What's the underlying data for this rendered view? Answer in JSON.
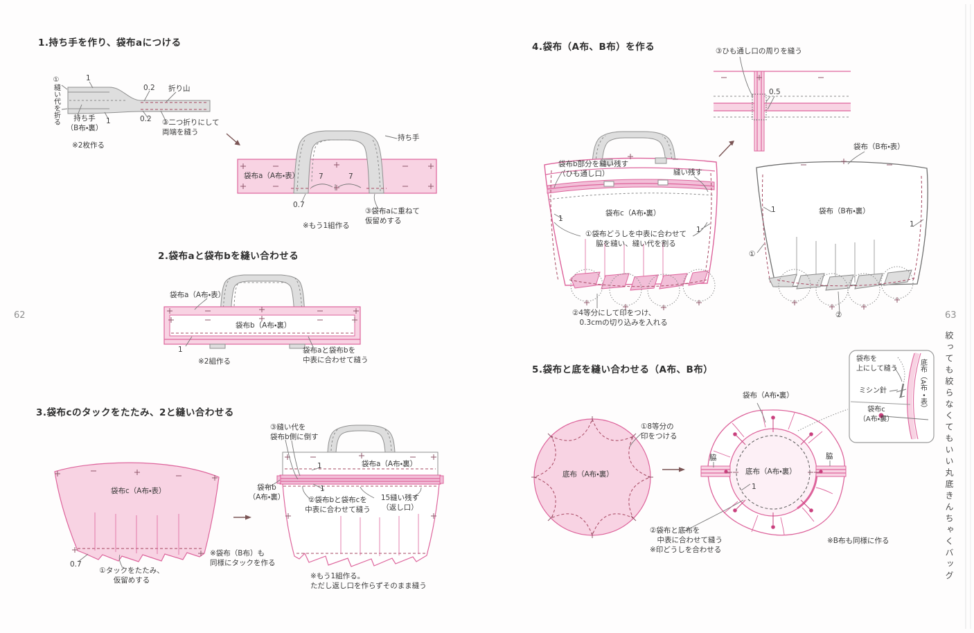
{
  "page": {
    "left_number": "62",
    "right_number": "63",
    "side_title": "絞っても絞らなくてもいい丸底きんちゃくバッグ"
  },
  "colors": {
    "pink_fill": "#f8d3e3",
    "pink_line": "#dd639b",
    "stitch_red": "#a5455f",
    "gray_fill": "#dedede",
    "gray_line": "#8f8f8f",
    "text": "#3b3b3b"
  },
  "s1": {
    "title": "1.持ち手を作り、袋布aにつける",
    "fold_note": "①縫い代を折る",
    "one_top": "1",
    "pt02_top": "0.2",
    "ridge": "折り山",
    "handle_b": "持ち手\n（B布・裏）",
    "one_btm": "1",
    "pt02_btm": "0.2",
    "fold_both": "②二つ折りにして\n両端を縫う",
    "make2": "※2枚作る",
    "bag_a": "袋布a（A布・表）",
    "handle": "持ち手",
    "seven_l": "7",
    "seven_r": "7",
    "pt07": "0.7",
    "tack": "③袋布aに重ねて\n仮留めする",
    "more1": "※もう1組作る"
  },
  "s2": {
    "title": "2.袋布aと袋布bを縫い合わせる",
    "bag_a": "袋布a（A布・表）",
    "bag_b": "袋布b（A布・裏）",
    "one": "1",
    "make2": "※2組作る",
    "sew": "袋布aと袋布bを\n中表に合わせて縫う"
  },
  "s3": {
    "title": "3.袋布cのタックをたたみ、2と縫い合わせる",
    "bag_c": "袋布c（A布・表）",
    "pt07": "0.7",
    "tuck": "①タックをたたみ、\n仮留めする",
    "b_note": "※袋布（B布）も\n同様にタックを作る",
    "seam": "③縫い代を\n袋布b側に倒す",
    "bag_a": "袋布a（A布・裏）",
    "one_a": "1",
    "one_b": "1",
    "sew": "②袋布bと袋布cを\n中表に合わせて縫う",
    "leave15": "15縫い残す\n（返し口）",
    "bag_b": "袋布b\n（A布・裏）",
    "more": "※もう1組作る。\nただし返し口を作らずそのまま縫う"
  },
  "s4": {
    "title": "4.袋布（A布、B布）を作る",
    "inset_note": "③ひも通し口の周りを縫う",
    "pt05": "0.5",
    "leave_b": "袋布b部分を縫い残す\n（ひも通し口）",
    "leave": "縫い残す",
    "bag_c": "袋布c（A布・裏）",
    "one_l": "1",
    "one_r": "1",
    "sew_sides": "①袋布どうしを中表に合わせて\n脇を縫い、縫い代を割る",
    "quarter": "②4等分にして印をつけ、\n　0.3cmの切り込みを入れる",
    "b_front": "袋布（B布・表）",
    "b_back": "袋布（B布・裏）",
    "b_one_l": "1",
    "b_one_r": "1",
    "circ1": "①",
    "circ2": "②"
  },
  "s5": {
    "title": "5.袋布と底を縫い合わせる（A布、B布）",
    "mark8": "①8等分の\n印をつける",
    "bottom_a": "底布（A布・裏）",
    "bag_back": "袋布（A布・裏）",
    "waki_l": "脇",
    "waki_r": "脇",
    "bottom_c": "底布（A布・裏）",
    "one": "1",
    "sew": "②袋布と底布を\n　中表に合わせて縫う\n※印どうしを合わせる",
    "b_same": "※B布も同様に作る",
    "inset": {
      "top_note": "袋布を\n上にして縫う",
      "needle": "ミシン針",
      "bottom_front": "底布（A布・表）",
      "bag_c": "袋布c\n（A布・裏）"
    }
  }
}
